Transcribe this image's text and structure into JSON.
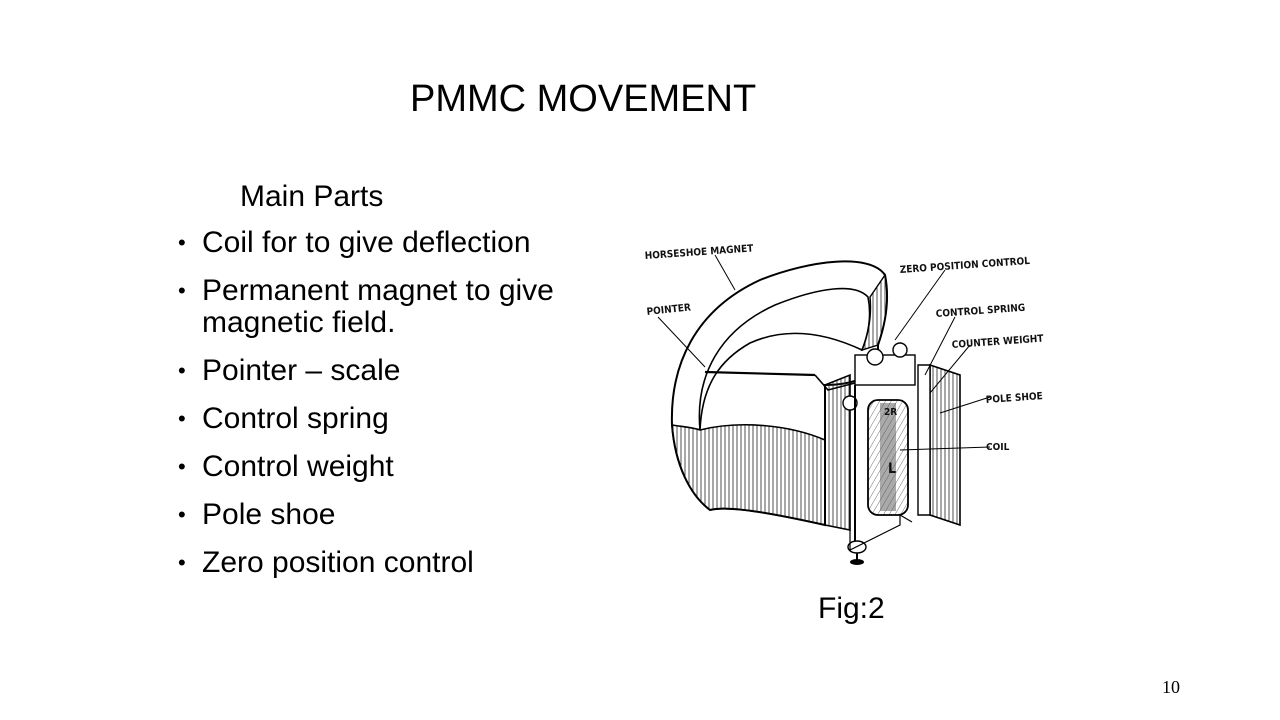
{
  "slide": {
    "title": "PMMC MOVEMENT",
    "subheading": "Main Parts",
    "bullets": [
      "Coil for to give deflection",
      "Permanent magnet to give magnetic field.",
      "Pointer – scale",
      "Control spring",
      "Control weight",
      "Pole shoe",
      "Zero position control"
    ],
    "figure": {
      "labels": {
        "horseshoe_magnet": "HORSESHOE MAGNET",
        "pointer": "POINTER",
        "zero_position_control": "ZERO POSITION CONTROL",
        "control_spring": "CONTROL SPRING",
        "counter_weight": "COUNTER WEIGHT",
        "pole_shoe": "POLE SHOE",
        "coil": "COIL",
        "coil_mark_2r": "2R",
        "coil_mark_l": "L"
      },
      "caption": "Fig:2"
    },
    "page_number": "10"
  }
}
